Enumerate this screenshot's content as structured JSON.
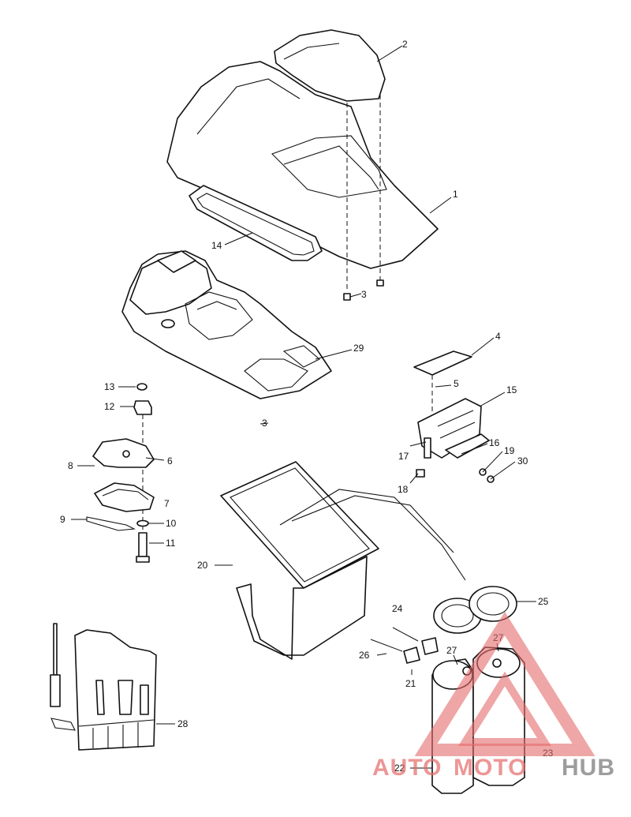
{
  "callouts": [
    {
      "id": "1",
      "label": "1"
    },
    {
      "id": "2",
      "label": "2"
    },
    {
      "id": "3a",
      "label": "3"
    },
    {
      "id": "3b",
      "label": "3"
    },
    {
      "id": "4",
      "label": "4"
    },
    {
      "id": "5",
      "label": "5"
    },
    {
      "id": "6",
      "label": "6"
    },
    {
      "id": "7",
      "label": "7"
    },
    {
      "id": "8",
      "label": "8"
    },
    {
      "id": "9",
      "label": "9"
    },
    {
      "id": "10",
      "label": "10"
    },
    {
      "id": "11",
      "label": "11"
    },
    {
      "id": "12",
      "label": "12"
    },
    {
      "id": "13",
      "label": "13"
    },
    {
      "id": "14",
      "label": "14"
    },
    {
      "id": "15",
      "label": "15"
    },
    {
      "id": "16",
      "label": "16"
    },
    {
      "id": "17",
      "label": "17"
    },
    {
      "id": "18",
      "label": "18"
    },
    {
      "id": "19",
      "label": "19"
    },
    {
      "id": "20",
      "label": "20"
    },
    {
      "id": "21",
      "label": "21"
    },
    {
      "id": "22",
      "label": "22"
    },
    {
      "id": "23",
      "label": "23"
    },
    {
      "id": "24",
      "label": "24"
    },
    {
      "id": "25",
      "label": "25"
    },
    {
      "id": "26",
      "label": "26"
    },
    {
      "id": "27a",
      "label": "27"
    },
    {
      "id": "27b",
      "label": "27"
    },
    {
      "id": "28",
      "label": "28"
    },
    {
      "id": "29",
      "label": "29"
    },
    {
      "id": "30",
      "label": "30"
    }
  ],
  "watermark": {
    "part1": "AUTO",
    "part2": "MOTO",
    "part3": "HUB",
    "color_red": "#e46a6a",
    "color_gray": "#8c8c8c"
  }
}
